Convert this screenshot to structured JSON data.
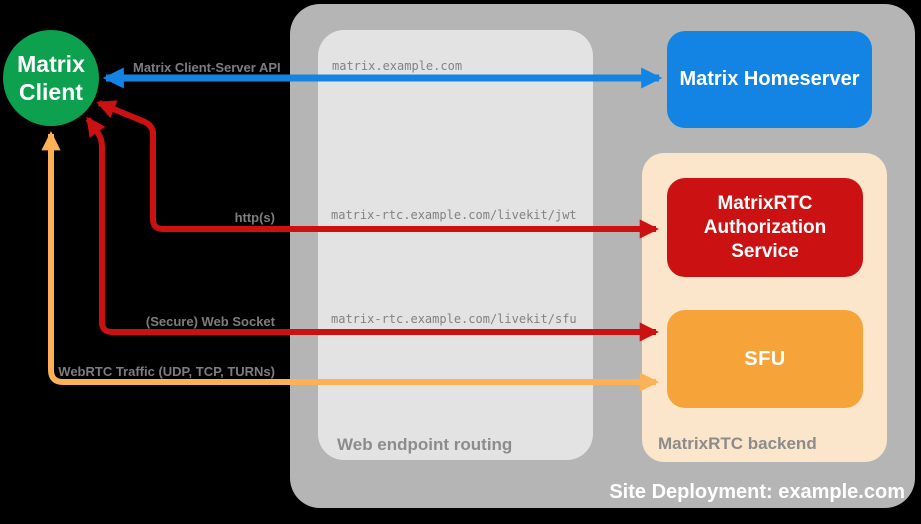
{
  "diagram": {
    "background": "#000000",
    "client": {
      "label": "Matrix Client",
      "color": "#0ca04f",
      "text_color": "#ffffff"
    },
    "homeserver": {
      "label": "Matrix Homeserver",
      "color": "#1484e4",
      "text_color": "#ffffff"
    },
    "auth_service": {
      "label": "MatrixRTC Authorization Service",
      "color": "#cc1112",
      "text_color": "#ffffff"
    },
    "sfu": {
      "label": "SFU",
      "color": "#f6a43a",
      "text_color": "#ffffff"
    },
    "containers": {
      "site": {
        "label": "Site Deployment: example.com",
        "color": "#b5b5b5",
        "label_color": "#ffffff"
      },
      "routing": {
        "label": "Web endpoint routing",
        "color": "#e3e3e3",
        "label_color": "#8c8c8c"
      },
      "backend": {
        "label": "MatrixRTC backend",
        "color": "#fbe5cb",
        "label_color": "#8c8c8c"
      }
    },
    "endpoints": [
      "matrix.example.com",
      "matrix-rtc.example.com/livekit/jwt",
      "matrix-rtc.example.com/livekit/sfu"
    ],
    "arrows": [
      {
        "label": "Matrix Client-Server API",
        "color": "#1484e4",
        "from": "Matrix Client",
        "to": "Matrix Homeserver",
        "type": "bidirectional"
      },
      {
        "label": "http(s)",
        "color": "#cc1112",
        "from": "Matrix Client",
        "to": "MatrixRTC Authorization Service",
        "type": "bidirectional"
      },
      {
        "label": "(Secure) Web Socket",
        "color": "#cc1112",
        "from": "Matrix Client",
        "to": "SFU",
        "type": "bidirectional"
      },
      {
        "label": "WebRTC Traffic (UDP, TCP, TURNs)",
        "color": "#fcb157",
        "from": "Matrix Client",
        "to": "SFU",
        "type": "bidirectional"
      }
    ],
    "label_color": "#7d7d7d",
    "endpoint_text_color": "#828282"
  }
}
